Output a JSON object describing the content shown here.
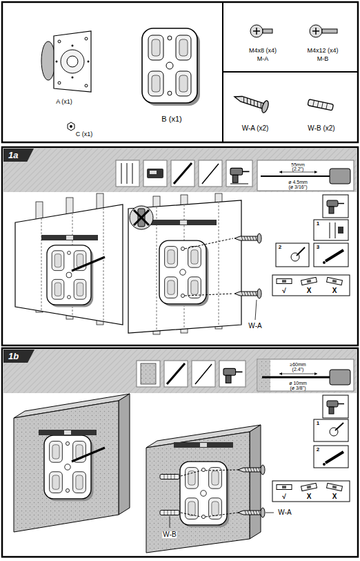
{
  "diagram": {
    "nodes": [
      {
        "text": [
          "1a"
        ]
      },
      {
        "text": [
          "1b"
        ]
      }
    ],
    "labels": [
      "A (x1)",
      "C (x1)",
      "B (x1)",
      "M4x8 (x4)",
      "M-A",
      "M4x12 (x4)",
      "M-B",
      "W-A (x2)",
      "W-B (x2)",
      "55mm",
      "(2.2\")",
      "ø 4.5mm",
      "(ø 3/16\")",
      "1",
      "2",
      "3",
      "√",
      "X",
      "X",
      "W-A",
      "≥60mm",
      "(2.4\")",
      "ø 10mm",
      "(ø 3/8\")",
      "1",
      "2",
      "√",
      "X",
      "X",
      "W-A",
      "W-B"
    ]
  }
}
